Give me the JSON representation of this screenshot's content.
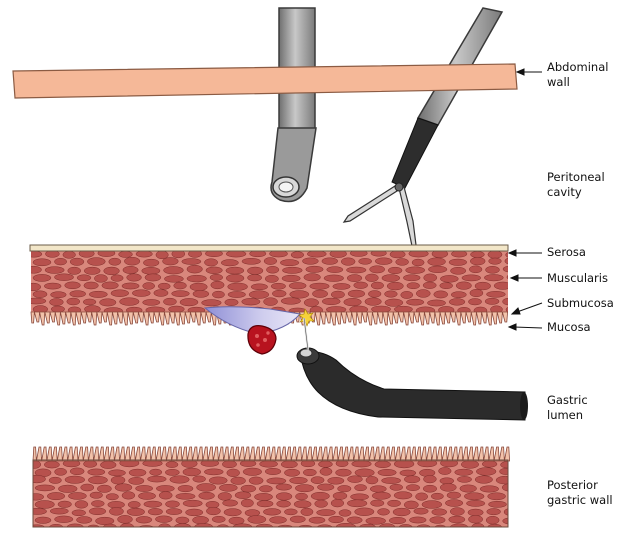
{
  "labels": {
    "abdominal_wall": [
      "Abdominal",
      "wall"
    ],
    "peritoneal_cavity": [
      "Peritoneal",
      "cavity"
    ],
    "serosa": "Serosa",
    "muscularis": "Muscularis",
    "submucosa": "Submucosa",
    "mucosa": "Mucosa",
    "gastric_lumen": [
      "Gastric",
      "lumen"
    ],
    "posterior_gastric_wall": [
      "Posterior",
      "gastric wall"
    ]
  },
  "colors": {
    "abdominal_wall": "#f5b898",
    "tissue_base": "#d9877c",
    "muscle_cell": "#b7514d",
    "mucosa": "#f2c2aa",
    "serosa": "#f2e6c8",
    "submucosal_bleb": "#c7c6ec",
    "lesion": "#b8131f",
    "endoscope": "#2b2b2b",
    "laparoscope": "#8d8d8d"
  }
}
